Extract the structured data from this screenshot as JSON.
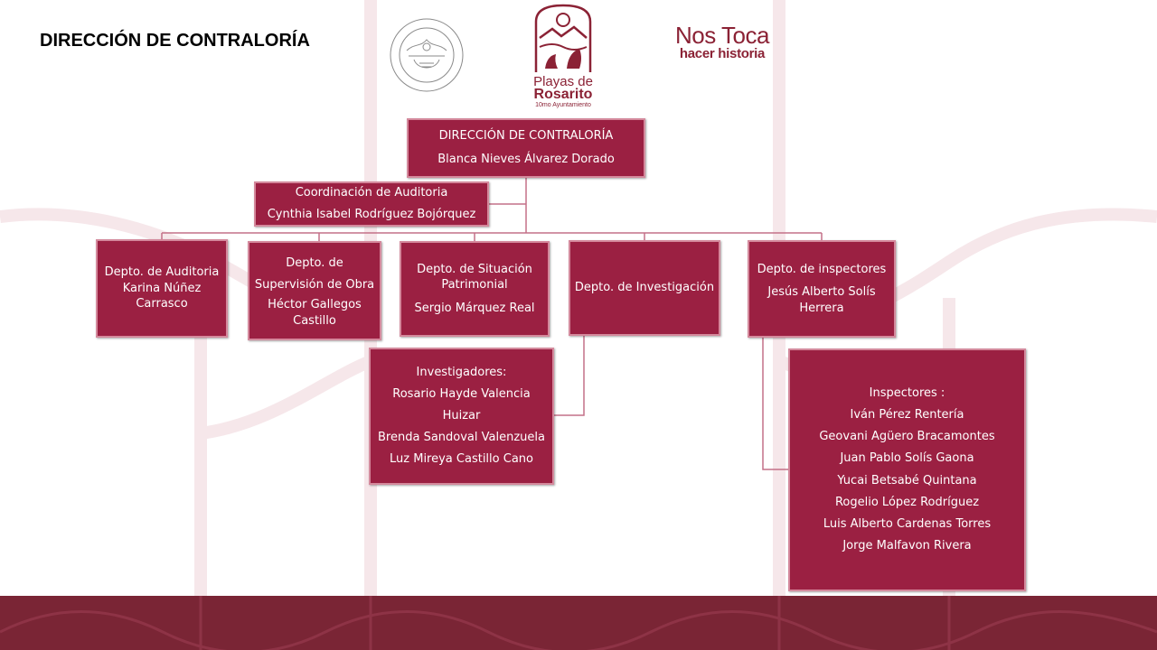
{
  "page": {
    "title": "DIRECCIÓN DE CONTRALORÍA"
  },
  "colors": {
    "box_fill": "#9b2042",
    "box_border": "#d4899c",
    "connector": "#c47088",
    "footer": "#7a2535",
    "brand": "#8b2235"
  },
  "logos": {
    "main": {
      "line1": "Playas de",
      "line2": "Rosarito",
      "line3": "10mo Ayuntamiento"
    },
    "slogan": {
      "line1": "Nos Toca",
      "line2": "hacer historia"
    }
  },
  "org": {
    "director": {
      "title": "DIRECCIÓN DE CONTRALORÍA",
      "name": "Blanca Nieves Álvarez Dorado"
    },
    "coordination": {
      "title": "Coordinación de Auditoria",
      "name": "Cynthia Isabel Rodríguez Bojórquez"
    },
    "departments": [
      {
        "title": "Depto. de Auditoria",
        "name": "Karina Núñez Carrasco"
      },
      {
        "title": "Depto. de Supervisión de Obra",
        "name": "Héctor Gallegos Castillo"
      },
      {
        "title": "Depto. de Situación Patrimonial",
        "name": "Sergio Márquez Real"
      },
      {
        "title": "Depto. de Investigación"
      },
      {
        "title": "Depto. de inspectores",
        "name": "Jesús Alberto Solís Herrera"
      }
    ],
    "investigators": {
      "title": "Investigadores:",
      "members": [
        "Rosario Hayde Valencia Huizar",
        "Brenda Sandoval Valenzuela",
        "Luz Mireya Castillo Cano"
      ]
    },
    "inspectors": {
      "title": "Inspectores :",
      "members": [
        "Iván Pérez Rentería",
        "Geovani Agüero Bracamontes",
        "Juan Pablo Solís Gaona",
        "Yucai Betsabé Quintana",
        "Rogelio López Rodríguez",
        "Luis Alberto Cardenas Torres",
        "Jorge Malfavon Rivera"
      ]
    }
  }
}
